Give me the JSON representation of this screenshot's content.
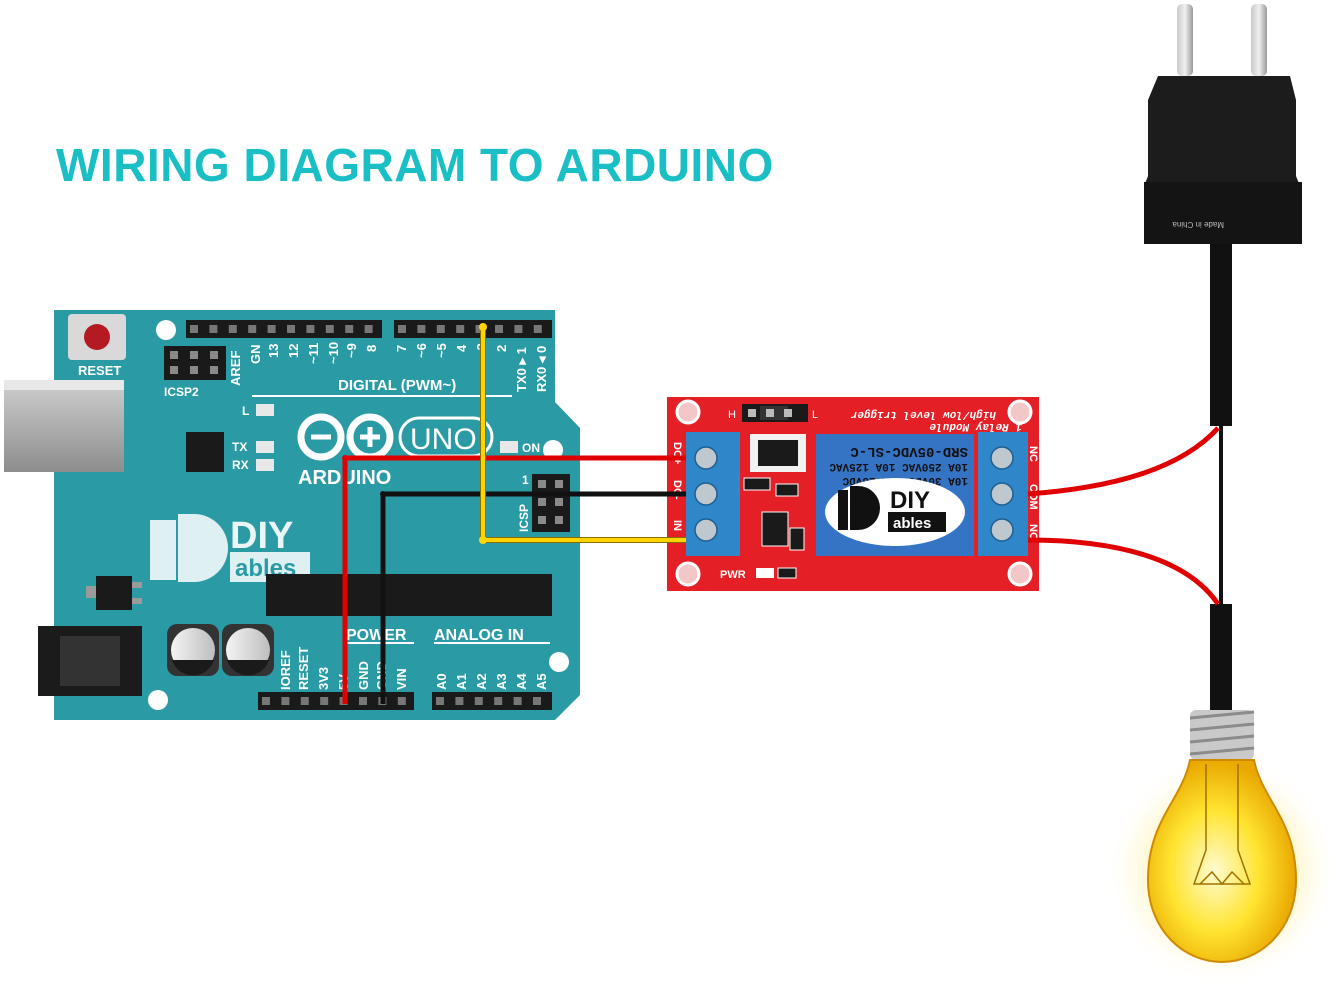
{
  "title": "WIRING DIAGRAM TO ARDUINO",
  "colors": {
    "title": "#19bfc5",
    "arduino_board": "#2a9ba5",
    "relay_board": "#e41f26",
    "terminal_block": "#2f86c8",
    "wire_5v": "#e00000",
    "wire_gnd": "#111111",
    "wire_signal": "#ffd400",
    "cable": "#111111"
  },
  "arduino": {
    "reset_label": "RESET",
    "icsp2_label": "ICSP2",
    "digital_header_label": "DIGITAL (PWM~)",
    "left_header_pins": [
      "AREF",
      "GN",
      "13",
      "12",
      "~11",
      "~10",
      "~9",
      "8"
    ],
    "right_header_pins": [
      "7",
      "~6",
      "~5",
      "4",
      "~3",
      "2",
      "TX0 ▸ 1",
      "RX0 ◂ 0"
    ],
    "led_l": "L",
    "led_tx": "TX",
    "led_rx": "RX",
    "led_on": "ON",
    "logo_uno": "UNO",
    "logo_arduino": "ARDUINO",
    "icsp_label": "ICSP",
    "icsp_pin1": "1",
    "brand_diy": "DIY",
    "brand_ables": "ables",
    "power_label": "POWER",
    "analog_label": "ANALOG IN",
    "power_pins": [
      "IOREF",
      "RESET",
      "3V3",
      "5V",
      "GND",
      "GND",
      "VIN"
    ],
    "analog_pins": [
      "A0",
      "A1",
      "A2",
      "A3",
      "A4",
      "A5"
    ]
  },
  "relay": {
    "module_line1": "1 Relay Module",
    "module_line2": "high/low level trigger",
    "input_pins": [
      "DC+",
      "DC-",
      "IN"
    ],
    "output_pins": [
      "NC",
      "COM",
      "NO"
    ],
    "relay_model": "SRD-05VDC-SL-C",
    "rating1": "10A 250VAC  10A 125VAC",
    "rating2": "10A  30VDC  10A  28VDC",
    "brand_diy": "DIY",
    "brand_ables": "ables",
    "pwr_label": "PWR",
    "jumper_h": "H",
    "jumper_l": "L"
  },
  "adapter": {
    "made_in": "Made in China"
  }
}
